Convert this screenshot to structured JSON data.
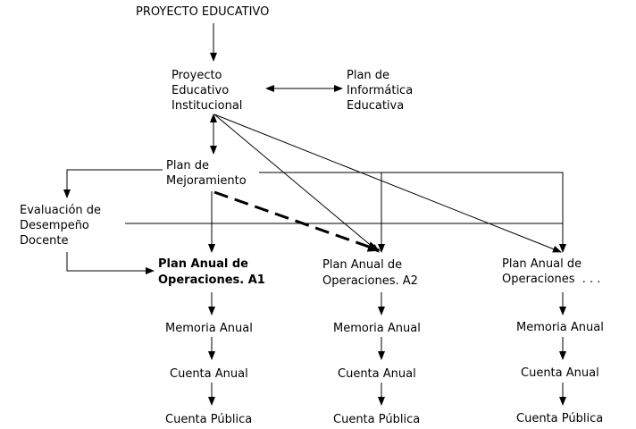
{
  "diagram": {
    "nodes": {
      "proyecto": {
        "lines": [
          "PROYECTO EDUCATIVO"
        ]
      },
      "pei": {
        "lines": [
          "Proyecto",
          "Educativo",
          "Institucional"
        ]
      },
      "informatica": {
        "lines": [
          "Plan de",
          "Informática",
          "Educativa"
        ]
      },
      "mejoramiento": {
        "lines": [
          "Plan de",
          "Mejoramiento"
        ]
      },
      "evaluacion": {
        "lines": [
          "Evaluación de",
          "Desempeño",
          "Docente"
        ]
      },
      "poa_a1": {
        "lines": [
          "Plan Anual de",
          "Operaciones. A1"
        ]
      },
      "poa_a2": {
        "lines": [
          "Plan Anual de",
          "Operaciones. A2"
        ]
      },
      "poa_n": {
        "lines": [
          "Plan Anual de",
          "Operaciones  . . ."
        ]
      },
      "memoria_1": {
        "lines": [
          "Memoria Anual"
        ]
      },
      "memoria_2": {
        "lines": [
          "Memoria Anual"
        ]
      },
      "memoria_3": {
        "lines": [
          "Memoria Anual"
        ]
      },
      "cuenta_1": {
        "lines": [
          "Cuenta Anual"
        ]
      },
      "cuenta_2": {
        "lines": [
          "Cuenta Anual"
        ]
      },
      "cuenta_3": {
        "lines": [
          "Cuenta Anual"
        ]
      },
      "publica_1": {
        "lines": [
          "Cuenta Pública"
        ]
      },
      "publica_2": {
        "lines": [
          "Cuenta Pública"
        ]
      },
      "publica_3": {
        "lines": [
          "Cuenta Pública"
        ]
      }
    },
    "edges": [
      {
        "from": "proyecto",
        "to": "pei",
        "style": "solid"
      },
      {
        "from": "pei",
        "to": "informatica",
        "style": "solid",
        "bidirectional": true
      },
      {
        "from": "pei",
        "to": "mejoramiento",
        "style": "solid",
        "bidirectional": true
      },
      {
        "from": "pei",
        "to": "poa_a2",
        "style": "solid"
      },
      {
        "from": "pei",
        "to": "poa_n",
        "style": "solid"
      },
      {
        "from": "mejoramiento",
        "to": "evaluacion",
        "style": "solid"
      },
      {
        "from": "mejoramiento",
        "to": "poa_a1",
        "style": "solid"
      },
      {
        "from": "mejoramiento",
        "to": "poa_a2",
        "style": "solid"
      },
      {
        "from": "mejoramiento",
        "to": "poa_n",
        "style": "solid"
      },
      {
        "from": "mejoramiento",
        "to": "poa_a2",
        "style": "dashed-bold"
      },
      {
        "from": "evaluacion",
        "to": "poa_a1",
        "style": "solid"
      },
      {
        "from": "evaluacion",
        "to": "poa_n",
        "style": "solid"
      },
      {
        "from": "poa_a1",
        "to": "memoria_1",
        "style": "solid"
      },
      {
        "from": "poa_a2",
        "to": "memoria_2",
        "style": "solid"
      },
      {
        "from": "poa_n",
        "to": "memoria_3",
        "style": "solid"
      },
      {
        "from": "memoria_1",
        "to": "cuenta_1",
        "style": "solid"
      },
      {
        "from": "memoria_2",
        "to": "cuenta_2",
        "style": "solid"
      },
      {
        "from": "memoria_3",
        "to": "cuenta_3",
        "style": "solid"
      },
      {
        "from": "cuenta_1",
        "to": "publica_1",
        "style": "solid"
      },
      {
        "from": "cuenta_2",
        "to": "publica_2",
        "style": "solid"
      },
      {
        "from": "cuenta_3",
        "to": "publica_3",
        "style": "solid"
      }
    ]
  }
}
